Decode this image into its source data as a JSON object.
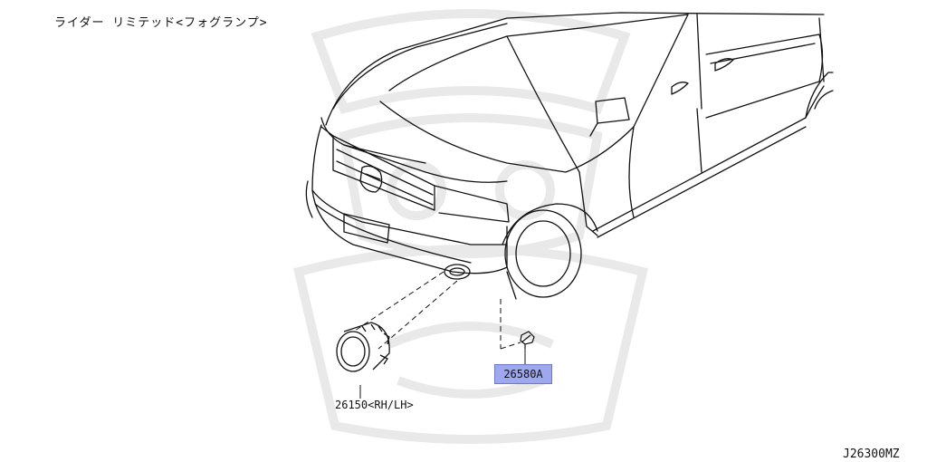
{
  "diagram": {
    "title": "ライダー リミテッド<フォグランプ>",
    "diagram_code": "J26300MZ"
  },
  "parts": [
    {
      "number": "26150<RH/LH>",
      "highlighted": false
    },
    {
      "number": "26580A",
      "highlighted": true
    }
  ],
  "colors": {
    "line": "#111111",
    "highlight_fill": "#9ea8ef",
    "watermark": "#e9e9e9"
  }
}
